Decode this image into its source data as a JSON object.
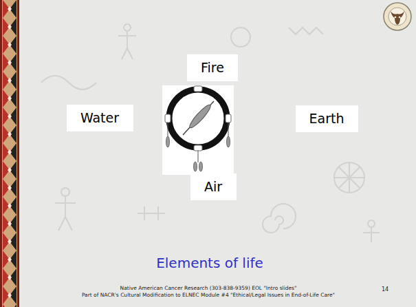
{
  "diagram": {
    "caption": "Elements of life",
    "nodes": [
      {
        "text": [
          "Fire"
        ]
      },
      {
        "text": [
          "Water"
        ]
      },
      {
        "text": [
          "Earth"
        ]
      },
      {
        "text": [
          "Air"
        ]
      }
    ],
    "labels": [
      "Native American Cancer Research (303-838-9359) EOL \"Intro slides\"",
      "Part of NACR's Cultural Modification to ELNEC Module #4 \"Ethical/Legal Issues in End-of-Life Care\"",
      "14"
    ]
  }
}
